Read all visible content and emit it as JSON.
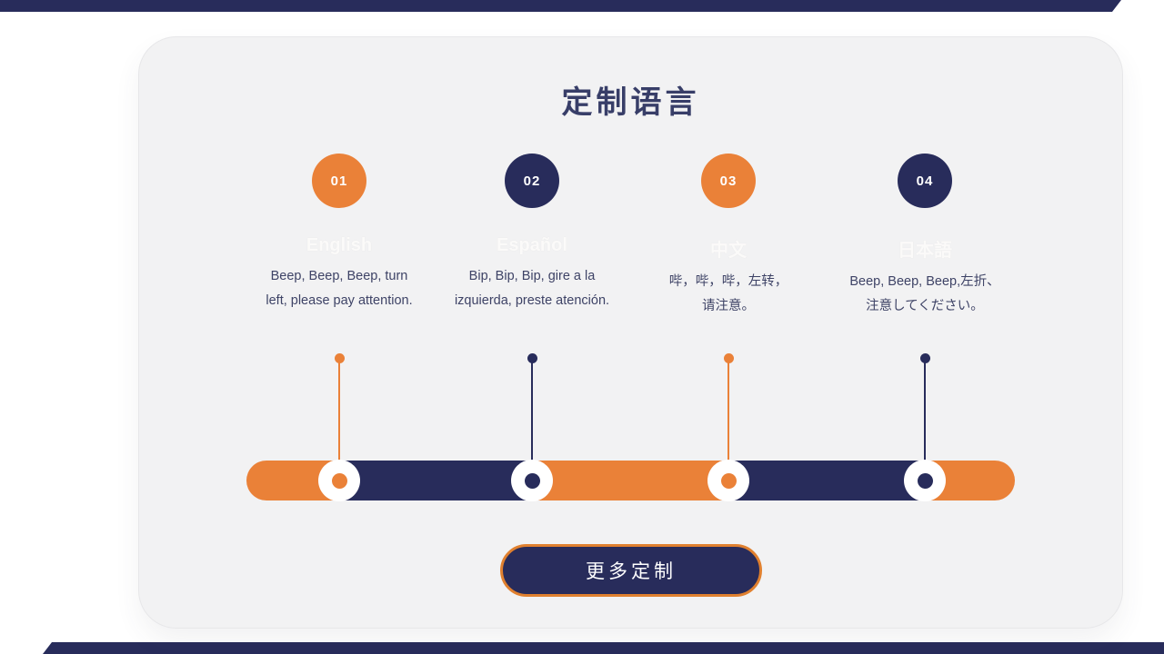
{
  "section": {
    "title": "定制语言"
  },
  "steps": [
    {
      "number": "01",
      "heading": "English",
      "line1": "Beep, Beep, Beep, turn",
      "line2": "left, please pay attention.",
      "accent": "#ea8138"
    },
    {
      "number": "02",
      "heading": "Español",
      "line1": "Bip, Bip, Bip, gire a la",
      "line2": "izquierda, preste atención.",
      "accent": "#282c5b"
    },
    {
      "number": "03",
      "heading": "中文",
      "line1": "哔，哔，哔，左转，",
      "line2": "请注意。",
      "accent": "#ea8138"
    },
    {
      "number": "04",
      "heading": "日本語",
      "line1": "Beep, Beep, Beep,左折、",
      "line2": "注意してください。",
      "accent": "#282c5b"
    }
  ],
  "cta": {
    "label": "更多定制"
  },
  "colors": {
    "orange": "#ea8138",
    "navy": "#282c5b",
    "card_background": "#f2f2f3",
    "page_background": "#ffffff",
    "body_text": "#3e4366",
    "ghost_heading": "#fbfaf9",
    "title_text": "#383e68"
  }
}
